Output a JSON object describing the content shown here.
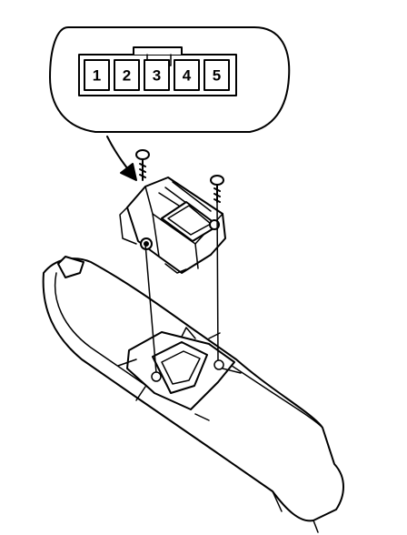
{
  "connector": {
    "pins": [
      "1",
      "2",
      "3",
      "4",
      "5"
    ]
  },
  "colors": {
    "ink": "#000000",
    "paper": "#ffffff"
  },
  "icons": [
    "connector-callout",
    "screw-icon",
    "switch-assembly",
    "door-armrest-panel"
  ]
}
